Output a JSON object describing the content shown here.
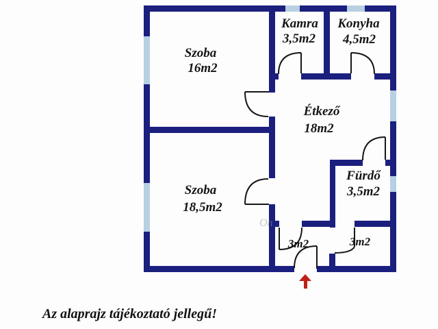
{
  "plan": {
    "rooms": [
      {
        "name": "Szoba",
        "area": "16m2"
      },
      {
        "name": "Kamra",
        "area": "3,5m2"
      },
      {
        "name": "Konyha",
        "area": "4,5m2"
      },
      {
        "name": "Étkező",
        "area": "18m2"
      },
      {
        "name": "Szoba",
        "area": "18,5m2"
      },
      {
        "name": "Fürdő",
        "area": "3,5m2"
      },
      {
        "area": "3m2"
      },
      {
        "area": "3m2"
      }
    ],
    "watermark": "On",
    "colors": {
      "wall": "#1b1f7e",
      "window": "#b7d0e2",
      "door_line": "#151515",
      "entrance_arrow": "#c02018"
    }
  },
  "caption": {
    "text": "Az alaprajz tájékoztató jellegű!"
  }
}
